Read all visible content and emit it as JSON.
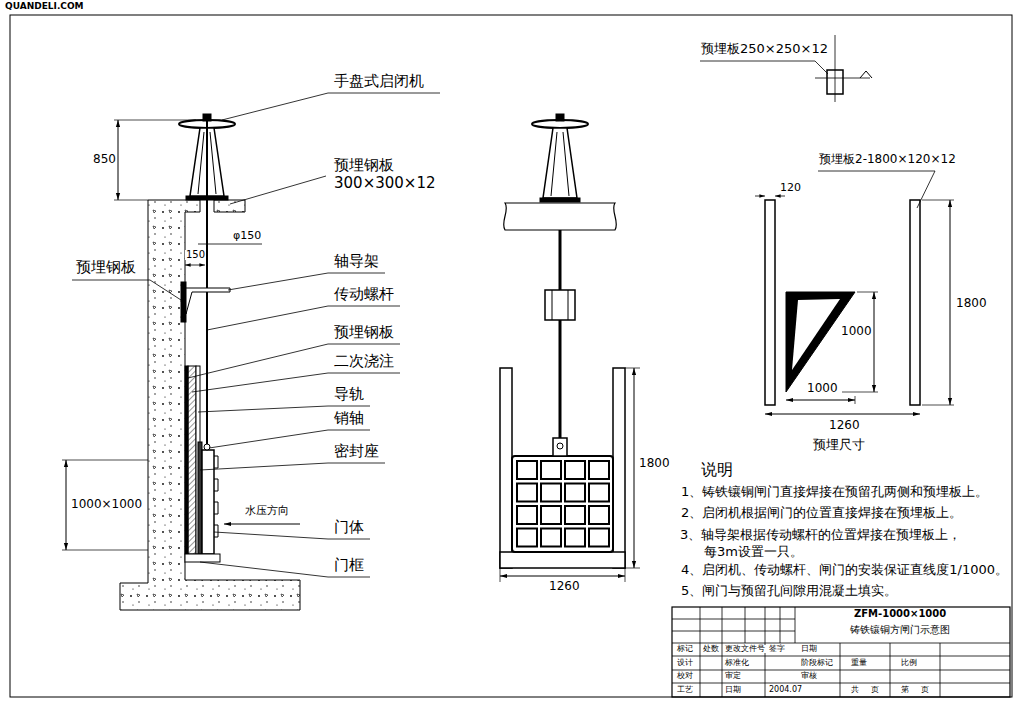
{
  "diagram": {
    "labels": [
      "QUANDELI.COM",
      "手盘式启闭机",
      "850",
      "预埋钢板",
      "预埋钢板 300×300×12",
      "φ150",
      "150",
      "轴导架",
      "传动螺杆",
      "预埋钢板",
      "二次浇注",
      "导轨",
      "销轴",
      "密封座",
      "1000×1000",
      "水压方向",
      "门体",
      "门框",
      "1800",
      "1260",
      "预埋板250×250×12",
      "预埋板2-1800×120×12",
      "120",
      "1800",
      "1000",
      "1000",
      "1260",
      "预埋尺寸",
      "说明",
      "1、铸铁镶铜闸门直接焊接在预留孔两侧和预埋板上。",
      "2、启闭机根据闸门的位置直接焊接在预埋板上。",
      "3、轴导架根据传动螺杆的位置焊接在预埋板上， 每3m设置一只。",
      "4、启闭机、传动螺杆、闸门的安装保证直线度1/1000。",
      "5、闸门与预留孔间隙用混凝土填实。",
      "ZFM-1000×1000",
      "铸铁镶铜方闸门示意图",
      "标记",
      "处数",
      "更改文件号",
      "签字",
      "日期",
      "设计",
      "标准化",
      "阶段标记",
      "重量",
      "比例",
      "校对",
      "审定",
      "审核",
      "工艺",
      "日期",
      "2004.07",
      "共",
      "页",
      "第",
      "页"
    ]
  }
}
